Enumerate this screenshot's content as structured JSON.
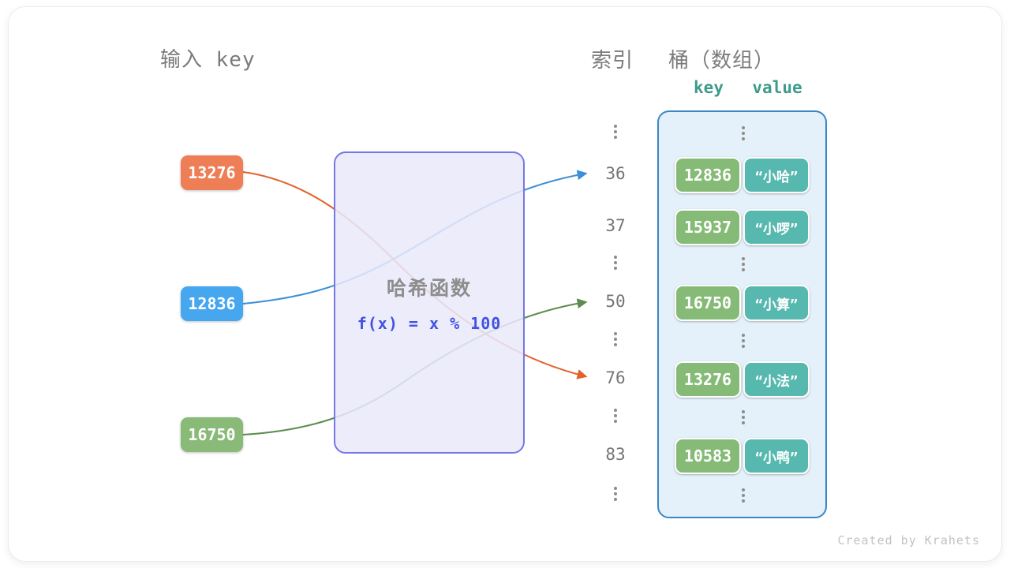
{
  "titles": {
    "input_key": "输入 key",
    "index": "索引",
    "bucket": "桶（数组）",
    "key_col": "key",
    "value_col": "value"
  },
  "inputs": [
    {
      "value": "13276",
      "color": "#ee7e55",
      "maps_to_index": "76"
    },
    {
      "value": "12836",
      "color": "#46a6ee",
      "maps_to_index": "36"
    },
    {
      "value": "16750",
      "color": "#8aba77",
      "maps_to_index": "50"
    }
  ],
  "hash_function": {
    "name": "哈希函数",
    "formula": "f(x) = x % 100"
  },
  "table_rows": [
    {
      "type": "dots"
    },
    {
      "type": "entry",
      "index": "36",
      "key": "12836",
      "value": "“小哈”"
    },
    {
      "type": "entry",
      "index": "37",
      "key": "15937",
      "value": "“小啰”"
    },
    {
      "type": "dots"
    },
    {
      "type": "entry",
      "index": "50",
      "key": "16750",
      "value": "“小算”"
    },
    {
      "type": "dots"
    },
    {
      "type": "entry",
      "index": "76",
      "key": "13276",
      "value": "“小法”"
    },
    {
      "type": "dots"
    },
    {
      "type": "entry",
      "index": "83",
      "key": "10583",
      "value": "“小鸭”"
    },
    {
      "type": "dots"
    }
  ],
  "colors": {
    "arrow_orange": "#e2622e",
    "arrow_blue": "#3d8fd6",
    "arrow_green": "#5e8c4e",
    "bucket_key_bg": "#85bb76",
    "bucket_value_bg": "#56b8ae"
  },
  "watermark": "Created by Krahets"
}
